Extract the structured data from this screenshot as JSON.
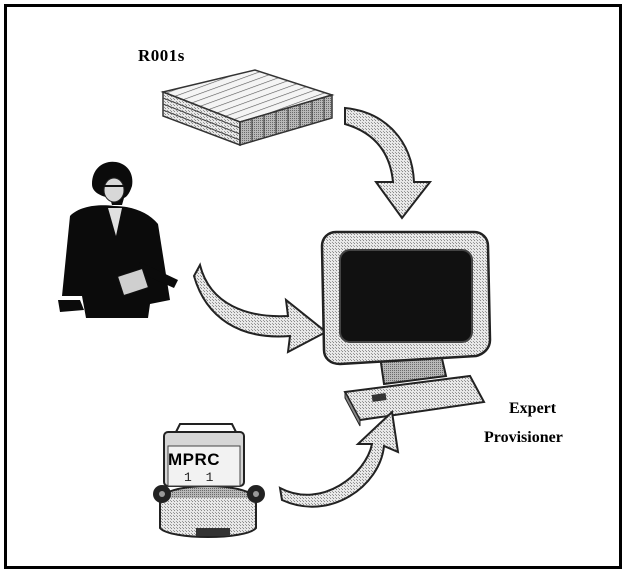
{
  "diagram": {
    "routers_label": "R001s",
    "expert_label": "Expert",
    "provisioner_label": "Provisioner",
    "card_label": "MPRC",
    "card_sub": "1 1"
  },
  "colors": {
    "border": "#000000",
    "screen": "#111111",
    "bezel": "#cfcfcf",
    "arrow": "#9a9a9a",
    "person": "#0b0b0b"
  },
  "icons": [
    "router-stack-icon",
    "person-icon",
    "computer-icon",
    "rolodex-icon",
    "curved-arrow-icon"
  ]
}
